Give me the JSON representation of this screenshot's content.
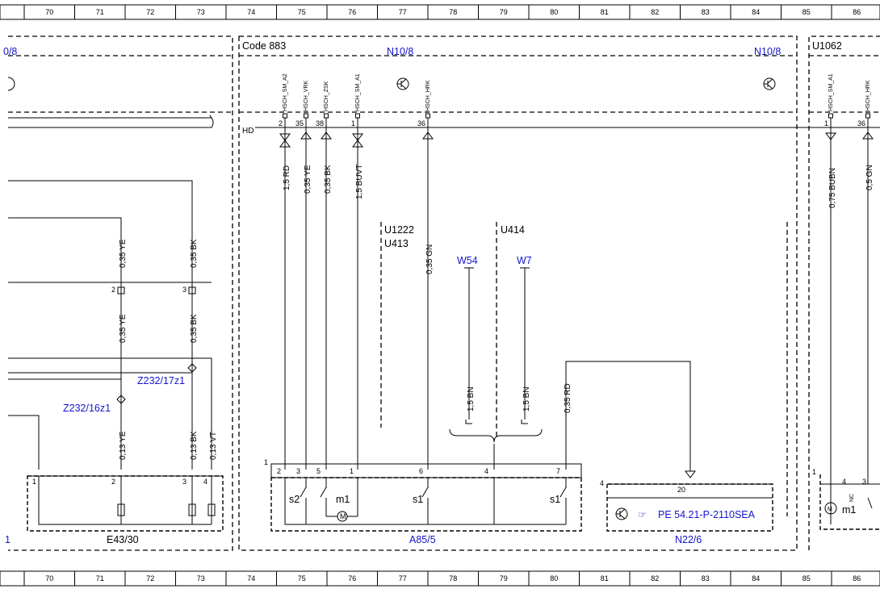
{
  "ruler": {
    "ticks": [
      "70",
      "71",
      "72",
      "73",
      "74",
      "75",
      "76",
      "77",
      "78",
      "79",
      "80",
      "81",
      "82",
      "83",
      "84",
      "85",
      "86"
    ]
  },
  "headers": {
    "left_cut": "0/8",
    "code": "Code 883",
    "n10_a": "N10/8",
    "n10_b": "N10/8",
    "u1062": "U1062",
    "hd": "HD"
  },
  "connector_pins": [
    {
      "sig": "HSCH_SM_A2",
      "pin": "2"
    },
    {
      "sig": "HSCH_VRK",
      "pin": "35"
    },
    {
      "sig": "HSCH_ZSK",
      "pin": "38"
    },
    {
      "sig": "HSCH_SM_A1",
      "pin": "1"
    },
    {
      "sig": "HSCH_HRK",
      "pin": "36"
    },
    {
      "sig": "HSCH_SM_A1",
      "pin": "1"
    },
    {
      "sig": "HSCH_HRK",
      "pin": "36"
    }
  ],
  "wires": {
    "n10_rd": "1,5 RD",
    "n10_ye": "0,35 YE",
    "n10_bk": "0,35 BK",
    "n10_buvt": "1,5 BUVT",
    "u1062_bubn": "0,75 BUBN",
    "u1062_gn": "0,5 GN",
    "hrk_gn": "0,35 GN",
    "left_ye_top": "0,35 YE",
    "left_bk_top": "0,35 BK",
    "left_ye_mid": "0,35 YE",
    "left_bk_mid": "0,35 BK",
    "e43_ye": "0,13 YE",
    "e43_bk": "0,13 BK",
    "e43_vt": "0,13 VT",
    "w54_bn": "1,5 BN",
    "w7_bn": "1,5 BN",
    "n22_rd": "0,35 RD"
  },
  "left_pins": {
    "p2": "2",
    "p3": "3"
  },
  "codes": {
    "u1222": "U1222",
    "u413": "U413",
    "u414": "U414"
  },
  "grounds": {
    "w54": "W54",
    "w7": "W7"
  },
  "splices": {
    "z17": "Z232/17z1",
    "z16": "Z232/16z1"
  },
  "e43": {
    "name": "E43/30",
    "p1": "1",
    "p2": "2",
    "p3": "3",
    "p4": "4"
  },
  "a85": {
    "name": "A85/5",
    "p1": "1",
    "p2": "2",
    "p3": "3",
    "p5": "5",
    "p1b": "1",
    "p6": "6",
    "p4": "4",
    "p7": "7",
    "s2": "s2",
    "m1": "m1",
    "s1a": "s1",
    "s1b": "s1",
    "motor": "M"
  },
  "n22": {
    "name": "N22/6",
    "p4": "4",
    "p20": "20",
    "ref": "PE 54.21-P-2110SEA"
  },
  "right_box": {
    "p1": "1",
    "p4": "4",
    "nc": "NC",
    "p3": "3",
    "m1": "m1",
    "motor": "M"
  },
  "left_edge_label": "1"
}
